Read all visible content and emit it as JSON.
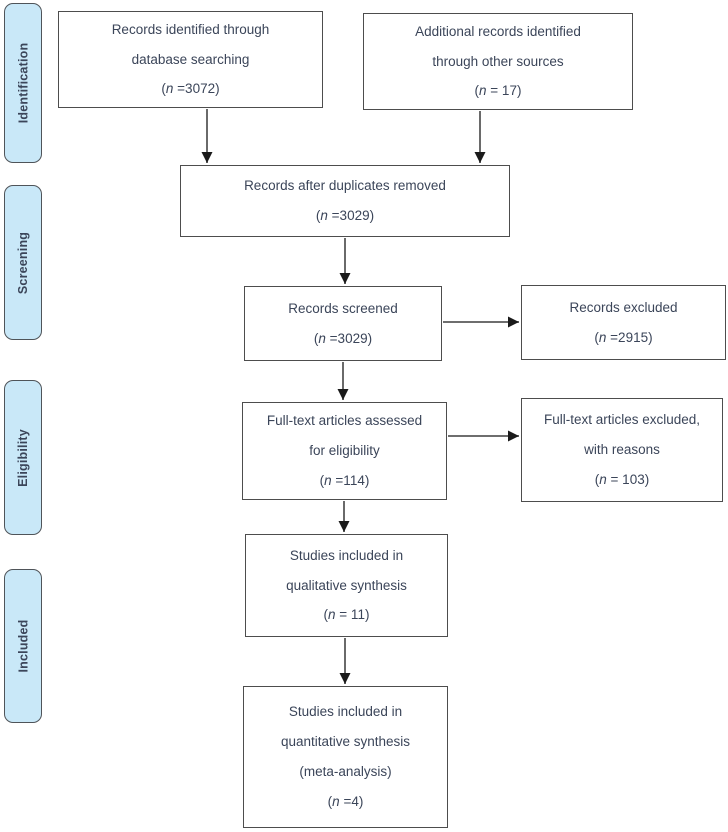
{
  "stages": [
    {
      "label": "Identification"
    },
    {
      "label": "Screening"
    },
    {
      "label": "Eligibility"
    },
    {
      "label": "Included"
    }
  ],
  "boxes": {
    "records_identified": {
      "lines": [
        "Records identified through",
        "database searching"
      ],
      "count": {
        "open": "(",
        "var": "n",
        "rest": " =3072)"
      }
    },
    "additional_records": {
      "lines": [
        "Additional records identified",
        "through other sources"
      ],
      "count": {
        "open": "(",
        "var": "n",
        "rest": " = 17)"
      }
    },
    "duplicates_removed": {
      "lines": [
        "Records after duplicates removed"
      ],
      "count": {
        "open": "(",
        "var": "n",
        "rest": " =3029)"
      }
    },
    "records_screened": {
      "lines": [
        "Records screened"
      ],
      "count": {
        "open": "(",
        "var": "n",
        "rest": " =3029)"
      }
    },
    "records_excluded": {
      "lines": [
        "Records excluded"
      ],
      "count": {
        "open": "(",
        "var": "n",
        "rest": " =2915)"
      }
    },
    "fulltext_assessed": {
      "lines": [
        "Full-text articles assessed",
        "for eligibility"
      ],
      "count": {
        "open": "(",
        "var": "n",
        "rest": " =114)"
      }
    },
    "fulltext_excluded": {
      "lines": [
        "Full-text articles excluded,",
        "with reasons"
      ],
      "count": {
        "open": "(",
        "var": "n",
        "rest": " = 103)"
      }
    },
    "qualitative_synthesis": {
      "lines": [
        "Studies included in",
        "qualitative synthesis"
      ],
      "count": {
        "open": "(",
        "var": "n",
        "rest": " = 11)"
      }
    },
    "quantitative_synthesis": {
      "lines": [
        "Studies included in",
        "quantitative synthesis",
        "(meta-analysis)"
      ],
      "count": {
        "open": "(",
        "var": "n",
        "rest": " =4)"
      }
    }
  },
  "colors": {
    "stage_fill": "#c9e8f8",
    "stage_border": "#4f5459",
    "box_border": "#4d4d4d",
    "text": "#3b4559",
    "arrow": "#595959",
    "arrowhead": "#1a1a1a"
  }
}
